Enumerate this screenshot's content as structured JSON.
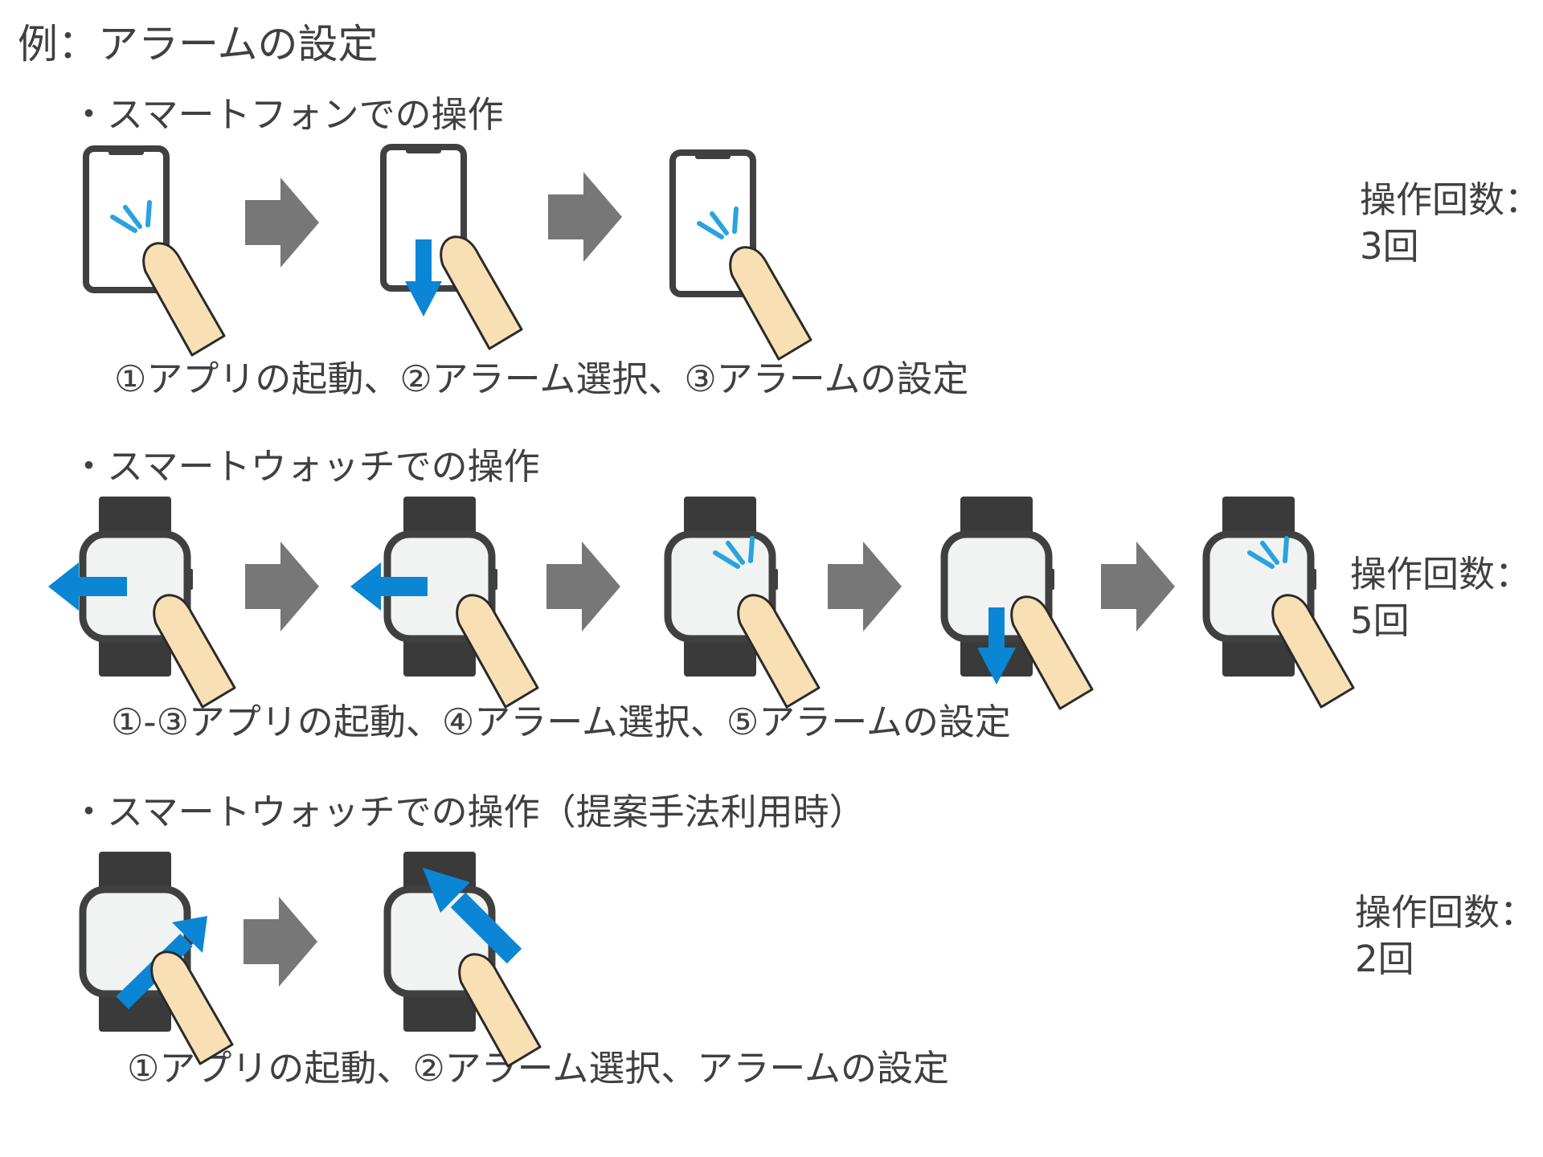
{
  "title": "例：アラームの設定",
  "sections": [
    {
      "heading": "・スマートフォンでの操作",
      "caption": "①アプリの起動、②アラーム選択、③アラームの設定",
      "count_label": "操作回数：",
      "count_value": "3回"
    },
    {
      "heading": "・スマートウォッチでの操作",
      "caption": "①-③アプリの起動、④アラーム選択、⑤アラームの設定",
      "count_label": "操作回数：",
      "count_value": "5回"
    },
    {
      "heading": "・スマートウォッチでの操作（提案手法利用時）",
      "caption": "①アプリの起動、②アラーム選択、アラームの設定",
      "count_label": "操作回数：",
      "count_value": "2回"
    }
  ],
  "colors": {
    "device": "#404040",
    "band": "#3a3a3a",
    "screen": "#f1f2f2",
    "flow_arrow": "#777777",
    "gesture_arrow": "#0a86d4",
    "tap_marks": "#29a3dd",
    "finger_fill": "#f9dfb4",
    "finger_stroke": "#2a2a2a"
  },
  "icons": {
    "phone": "smartphone-icon",
    "watch": "smartwatch-icon",
    "finger": "finger-icon",
    "tap": "tap-icon",
    "flow": "right-arrow-icon",
    "swipe": "swipe-arrow-icon"
  }
}
